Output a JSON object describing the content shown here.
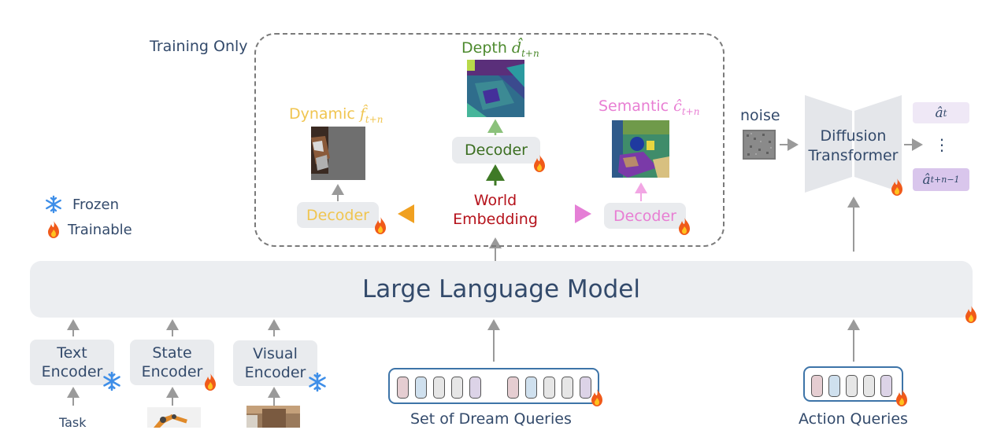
{
  "training_only_label": "Training Only",
  "legend": {
    "frozen": "Frozen",
    "trainable": "Trainable"
  },
  "world_embedding": {
    "line1": "World",
    "line2": "Embedding"
  },
  "decoders": {
    "depth": {
      "title": "Depth",
      "math": "d̂",
      "sub": "t+n",
      "decoder": "Decoder"
    },
    "dynamic": {
      "title": "Dynamic",
      "math": "f̂",
      "sub": "t+n",
      "decoder": "Decoder"
    },
    "semantic": {
      "title": "Semantic",
      "math": "ĉ",
      "sub": "t+n",
      "decoder": "Decoder"
    }
  },
  "noise_label": "noise",
  "diffusion": {
    "line1": "Diffusion",
    "line2": "Transformer"
  },
  "actions": {
    "first_main": "â",
    "first_sub": "t",
    "dots": "⋮",
    "last_main": "â",
    "last_sub": "t+n−1"
  },
  "llm_label": "Large Language Model",
  "encoders": {
    "text": {
      "line1": "Text",
      "line2": "Encoder"
    },
    "state": {
      "line1": "State",
      "line2": "Encoder"
    },
    "visual": {
      "line1": "Visual",
      "line2": "Encoder"
    }
  },
  "task_label": "Task",
  "dream_queries_label": "Set of Dream Queries",
  "action_queries_label": "Action Queries",
  "colors": {
    "slate_text": "#334a6b",
    "world_red": "#b5121b",
    "depth_green": "#4d8a2e",
    "dynamic_yellow": "#f0c550",
    "semantic_pink": "#e87ed3",
    "query_border": "#3d74a8",
    "action_purple": "#d9c6ec"
  },
  "icons": [
    "snowflake-icon",
    "flame-icon"
  ]
}
